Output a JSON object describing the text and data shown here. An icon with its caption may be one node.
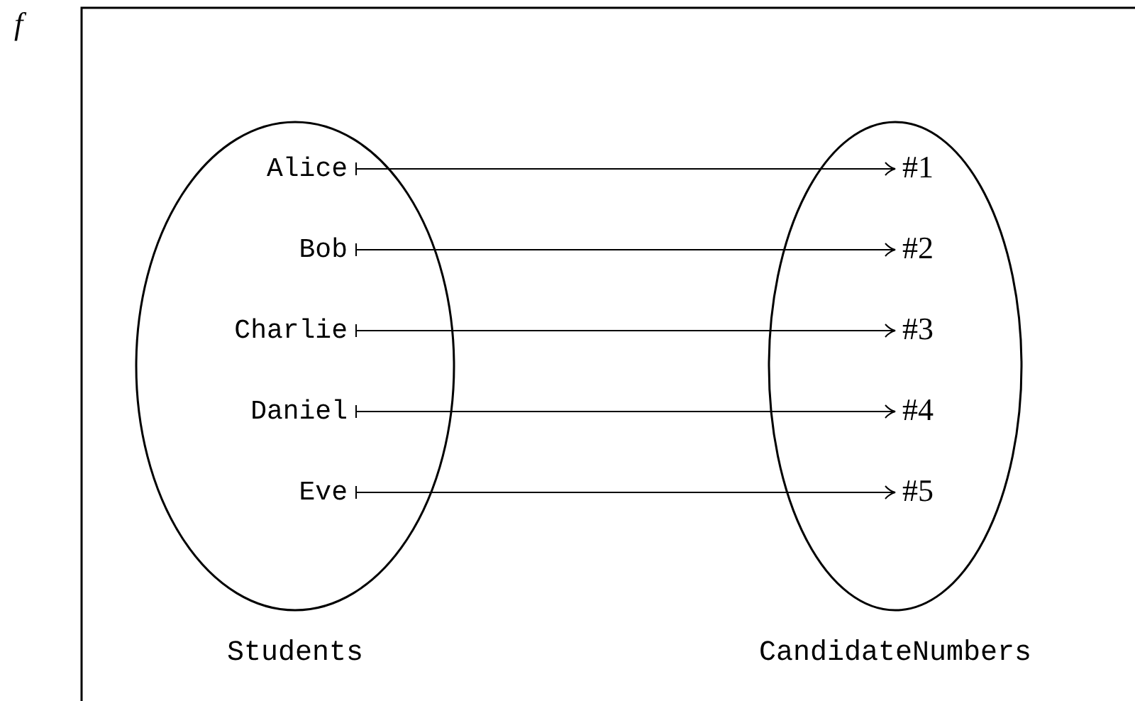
{
  "diagram": {
    "nodes": [
      {
        "text": [
          "Students"
        ]
      },
      {
        "text": [
          "Alice"
        ],
        "in": 0
      },
      {
        "text": [
          "Bob"
        ],
        "in": 0
      },
      {
        "text": [
          "Charlie"
        ],
        "in": 0
      },
      {
        "text": [
          "Daniel"
        ],
        "in": 0
      },
      {
        "text": [
          "Eve"
        ],
        "in": 0
      },
      {
        "text": [
          "CandidateNumbers"
        ]
      },
      {
        "text": [
          "#1"
        ],
        "in": 6
      },
      {
        "text": [
          "#2"
        ],
        "in": 6
      },
      {
        "text": [
          "#3"
        ],
        "in": 6
      },
      {
        "text": [
          "#4"
        ],
        "in": 6
      },
      {
        "text": [
          "#5"
        ],
        "in": 6
      }
    ],
    "edges": [
      {
        "from": 1,
        "to": 7,
        "arrow": "to"
      },
      {
        "from": 2,
        "to": 8,
        "arrow": "to"
      },
      {
        "from": 3,
        "to": 9,
        "arrow": "to"
      },
      {
        "from": 4,
        "to": 10,
        "arrow": "to"
      },
      {
        "from": 5,
        "to": 11,
        "arrow": "to"
      }
    ],
    "labels": [
      "f"
    ]
  }
}
